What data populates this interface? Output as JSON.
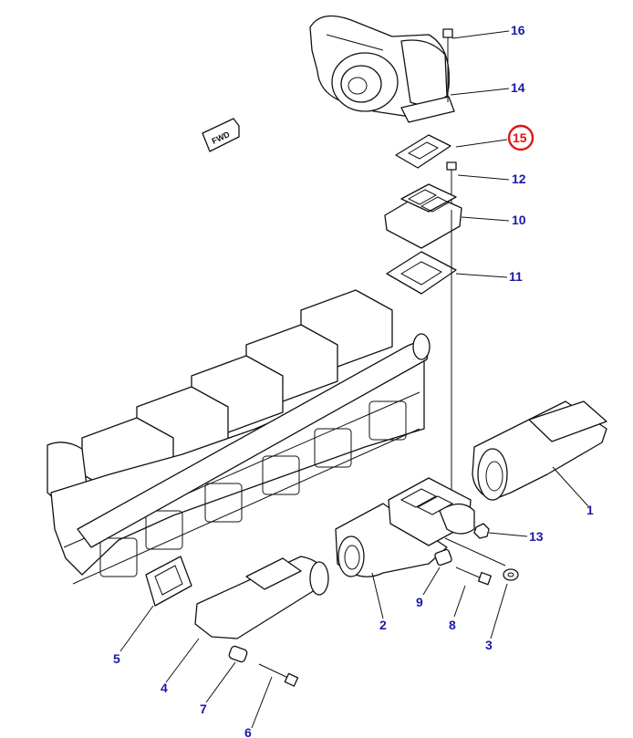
{
  "diagram": {
    "fwd_label": "FWD",
    "highlight_color": "#e01515",
    "callout_color": "#1a1aa6",
    "callouts": [
      {
        "id": "16",
        "text": "16"
      },
      {
        "id": "14",
        "text": "14"
      },
      {
        "id": "15",
        "text": "15",
        "highlighted": true
      },
      {
        "id": "12",
        "text": "12"
      },
      {
        "id": "10",
        "text": "10"
      },
      {
        "id": "11",
        "text": "11"
      },
      {
        "id": "1",
        "text": "1"
      },
      {
        "id": "13",
        "text": "13"
      },
      {
        "id": "9",
        "text": "9"
      },
      {
        "id": "8",
        "text": "8"
      },
      {
        "id": "2",
        "text": "2"
      },
      {
        "id": "3",
        "text": "3"
      },
      {
        "id": "5",
        "text": "5"
      },
      {
        "id": "4",
        "text": "4"
      },
      {
        "id": "7",
        "text": "7"
      },
      {
        "id": "6",
        "text": "6"
      }
    ]
  }
}
